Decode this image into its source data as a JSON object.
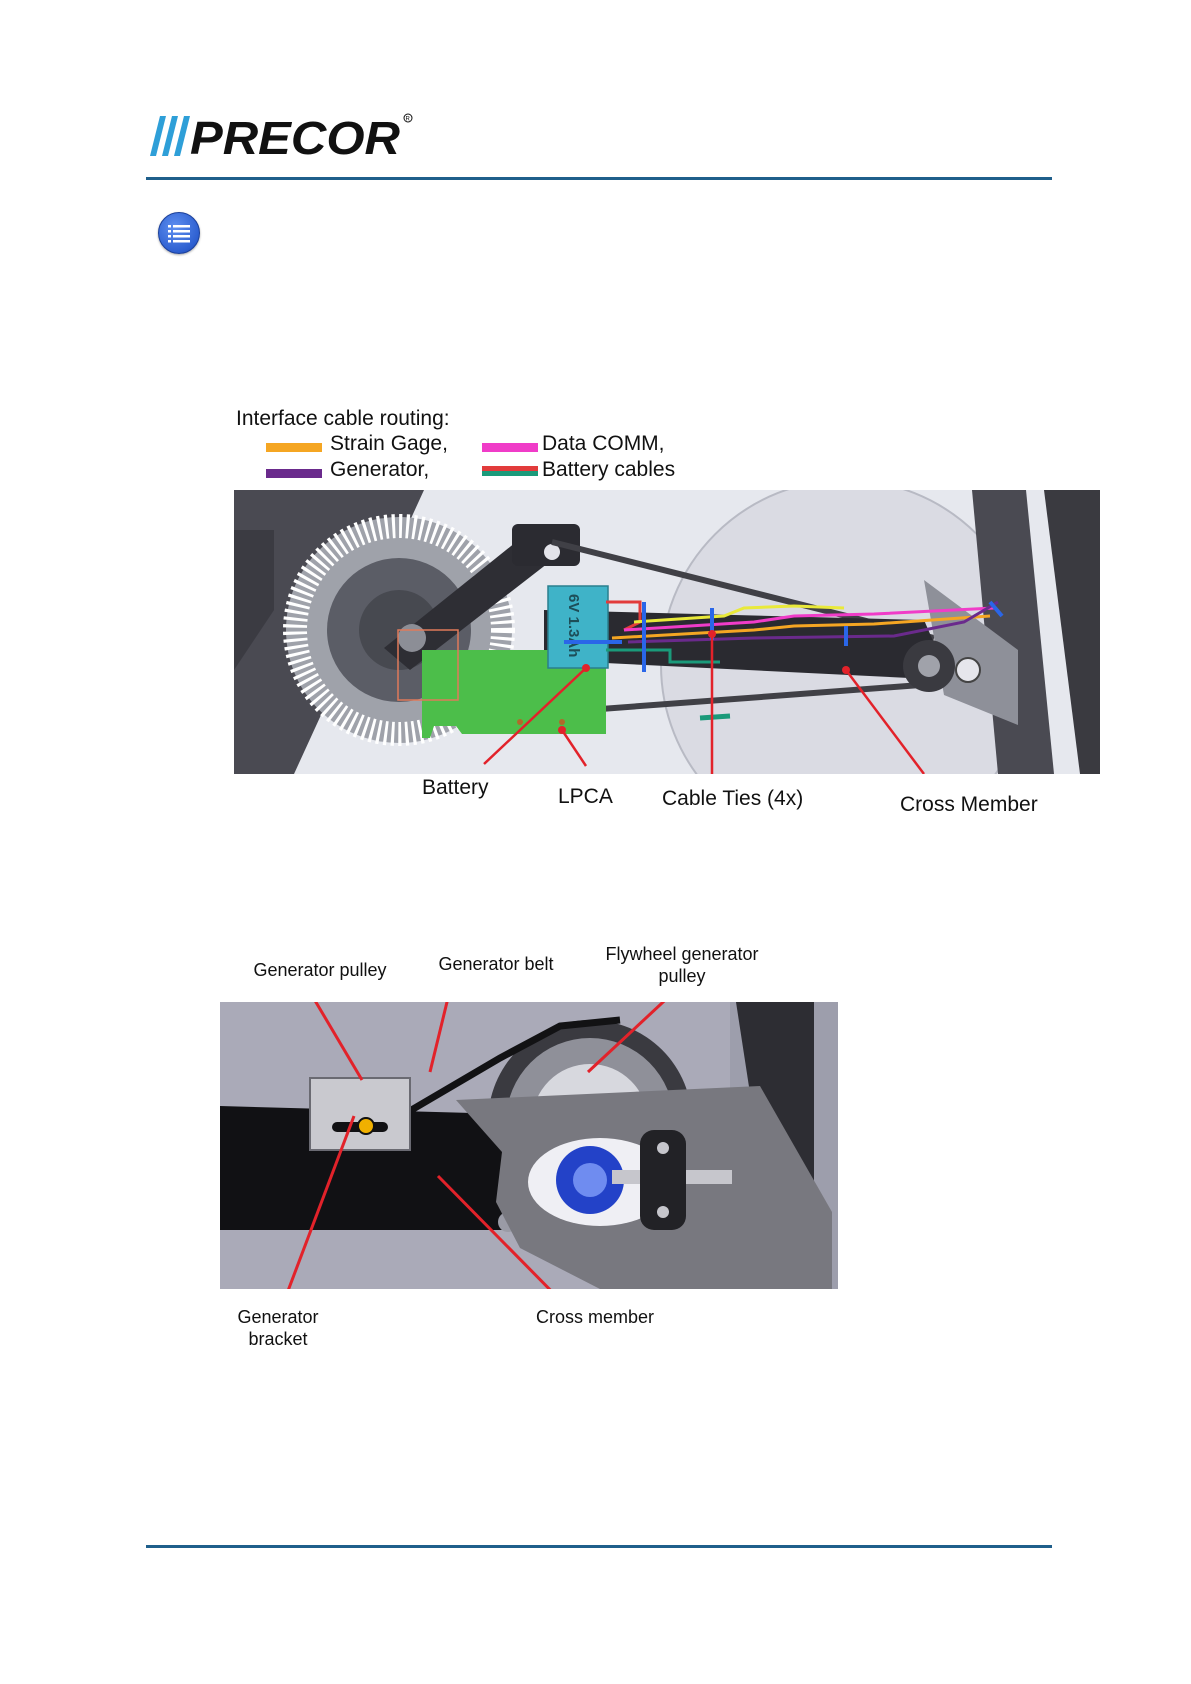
{
  "header": {
    "brand": "PRECOR",
    "colors": {
      "rule": "#1f5f8b",
      "toc_button": "#2d5fd0"
    },
    "toc_icon": "list-icon"
  },
  "figure1": {
    "legend": {
      "title": "Interface cable routing:",
      "items": [
        {
          "label": "Strain Gage,",
          "color": "#f5a623"
        },
        {
          "label": "Data COMM,",
          "color": "#f03cc8"
        },
        {
          "label": "Generator,",
          "color": "#6a2a8c"
        },
        {
          "label": "Battery cables",
          "color_top": "#e23b3b",
          "color_bottom": "#1a9a7a"
        }
      ]
    },
    "battery_text": "6V 1.3Ah",
    "callouts": {
      "battery": "Battery",
      "lpca": "LPCA",
      "cable_ties": "Cable Ties (4x)",
      "cross_member": "Cross Member"
    }
  },
  "figure2": {
    "callouts": {
      "generator_pulley": "Generator pulley",
      "generator_belt": "Generator belt",
      "flywheel_line1": "Flywheel generator",
      "flywheel_line2": "pulley",
      "bracket_line1": "Generator",
      "bracket_line2": "bracket",
      "cross_member": "Cross member"
    }
  }
}
